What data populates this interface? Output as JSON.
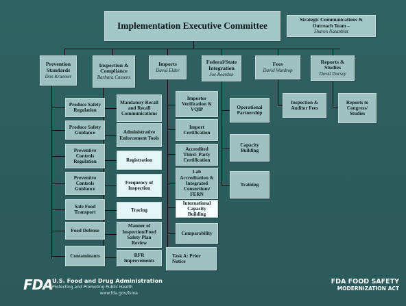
{
  "top": {
    "title": "Implementation Executive Committee",
    "strategic_title": "Strategic Communications & Outreach Team –",
    "strategic_name": "Sharon Natanblut"
  },
  "columns": [
    {
      "title": "Prevention Standards",
      "name": "Don Kraemer",
      "children": [
        "Produce Safety Regulation",
        "Produce Safety Guidance",
        "Preventive Controls Regulation",
        "Preventive Controls Guidance",
        "Safe Food Transport",
        "Food Defense",
        "Contaminants"
      ]
    },
    {
      "title": "Inspection & Compliance",
      "name": "Barbara Cassens",
      "children": [
        "Mandatory Recall and Recall Communications",
        "Administrative Enforcement Tools",
        "Registration",
        "Frequency of Inspection",
        "Tracing",
        "Manner of Inspection/Food Safety Plan Review",
        "RFR Improvements"
      ]
    },
    {
      "title": "Imports",
      "name": "David Elder",
      "children": [
        "Importer Verification & VQIP",
        "Import Certification",
        "Accredited Third- Party Certification",
        "Lab Accreditation & Integrated Consortium/ FERN",
        "International Capacity Building",
        "Comparability",
        "Task A: Prior Notice"
      ]
    },
    {
      "title": "Federal/State Integration",
      "name": "Joe Reardon",
      "children": [
        "Operational Partnership",
        "Capacity Building",
        "Training"
      ]
    },
    {
      "title": "Fees",
      "name": "David Wardrop",
      "children": [
        "Inspection & Auditor Fees"
      ]
    },
    {
      "title": "Reports & Studies",
      "name": "David Dorsey",
      "children": [
        "Reports to Congress/ Studies"
      ]
    }
  ],
  "footer": {
    "logo_text": "FDA",
    "agency": "U.S. Food and Drug Administration",
    "tagline": "Protecting and Promoting Public Health",
    "url": "www.fda.gov/fsma",
    "fsma_line1": "FDA FOOD SAFETY",
    "fsma_line2": "MODERNIZATION ACT"
  }
}
